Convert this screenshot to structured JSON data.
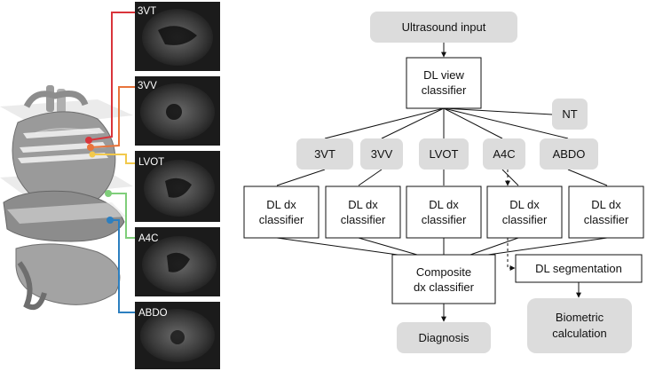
{
  "ultrasound_views": {
    "v3vt": "3VT",
    "v3vv": "3VV",
    "lvot": "LVOT",
    "a4c": "A4C",
    "abdo": "ABDO"
  },
  "flow": {
    "input": "Ultrasound input",
    "view_classifier": [
      "DL view",
      "classifier"
    ],
    "nt": "NT",
    "views": [
      "3VT",
      "3VV",
      "LVOT",
      "A4C",
      "ABDO"
    ],
    "dx_classifier": [
      "DL dx",
      "classifier"
    ],
    "composite": [
      "Composite",
      "dx classifier"
    ],
    "segmentation": "DL segmentation",
    "diagnosis": "Diagnosis",
    "biometric": [
      "Biometric",
      "calculation"
    ]
  },
  "colors": {
    "connector_3vt": "#d9343b",
    "connector_3vv": "#e8743b",
    "connector_lvot": "#f2c94c",
    "connector_a4c": "#7fce7a",
    "connector_abdo": "#2c7fc0",
    "gray_box": "#dcdcdc",
    "ultrasound_bg": "#1b1b1b"
  }
}
